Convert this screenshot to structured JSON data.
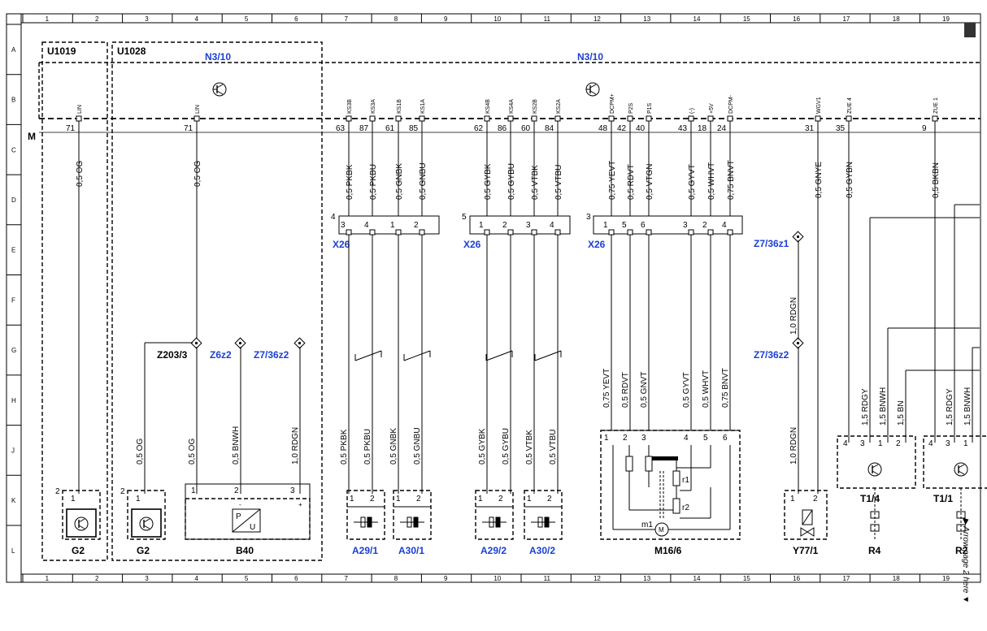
{
  "grid": {
    "columns": [
      "1",
      "2",
      "3",
      "4",
      "5",
      "6",
      "7",
      "8",
      "9",
      "10",
      "11",
      "12",
      "13",
      "14",
      "15",
      "16",
      "17",
      "18",
      "19"
    ],
    "rows": [
      "A",
      "B",
      "C",
      "D",
      "E",
      "F",
      "G",
      "H",
      "J",
      "K",
      "L"
    ]
  },
  "modules": {
    "u1019": "U1019",
    "u1028": "U1028",
    "n310_left": "N3/10",
    "n310_right": "N3/10",
    "m": "M"
  },
  "pins": [
    {
      "sig": "LIN",
      "num": "71",
      "wire": "0,5 OG"
    },
    {
      "sig": "LIN",
      "num": "71",
      "wire": "0,5 OG"
    },
    {
      "sig": "KS3B",
      "num": "63",
      "wire": "0,5 PKBK"
    },
    {
      "sig": "KS3A",
      "num": "87",
      "wire": "0,5 PKBU"
    },
    {
      "sig": "KS1B",
      "num": "61",
      "wire": "0,5 GNBK"
    },
    {
      "sig": "KS1A",
      "num": "85",
      "wire": "0,5 GNBU"
    },
    {
      "sig": "KS4B",
      "num": "62",
      "wire": "0,5 GYBK"
    },
    {
      "sig": "KS4A",
      "num": "86",
      "wire": "0,5 GYBU"
    },
    {
      "sig": "KS2B",
      "num": "60",
      "wire": "0,5 VTBK"
    },
    {
      "sig": "KS2A",
      "num": "84",
      "wire": "0,5 VTBU"
    },
    {
      "sig": "DCPM+",
      "num": "48",
      "wire": "0,75 YEVT"
    },
    {
      "sig": "P2S",
      "num": "42",
      "wire": "0,5 RDVT"
    },
    {
      "sig": "P1S",
      "num": "40",
      "wire": "0,5 VTGN"
    },
    {
      "sig": "(-)",
      "num": "43",
      "wire": "0,5 GYVT"
    },
    {
      "sig": "+5V",
      "num": "18",
      "wire": "0,5 WHVT"
    },
    {
      "sig": "DCPM-",
      "num": "24",
      "wire": "0,75 BNVT"
    },
    {
      "sig": "WGV1",
      "num": "31",
      "wire": "0,5 GNYE"
    },
    {
      "sig": "ZUE 4",
      "num": "35",
      "wire": "0,5 GYBN"
    },
    {
      "sig": "ZUE 1",
      "num": "9",
      "wire": "0,5 BKBN"
    }
  ],
  "connectors": {
    "x26_4": {
      "num": "4",
      "label": "X26",
      "pins": [
        "3",
        "4",
        "1",
        "2"
      ]
    },
    "x26_5": {
      "num": "5",
      "label": "X26",
      "pins": [
        "1",
        "2",
        "3",
        "4"
      ]
    },
    "x26_3": {
      "num": "3",
      "label": "X26",
      "pins": [
        "1",
        "5",
        "6",
        "3",
        "2",
        "4"
      ]
    }
  },
  "splices": {
    "z203_3": "Z203/3",
    "z6z2": "Z6z2",
    "z7_36z2_left": "Z7/36z2",
    "z7_36z1": "Z7/36z1",
    "z7_36z2_right": "Z7/36z2"
  },
  "lower_wires": [
    "0,5 OG",
    "0,5 OG",
    "0,5 BNWH",
    "1,0 RDGN",
    "0,5 PKBK",
    "0,5 PKBU",
    "0,5 GNBK",
    "0,5 GNBU",
    "0,5 GYBK",
    "0,5 GYBU",
    "0,5 VTBK",
    "0,5 VTBU",
    "0,75 YEVT",
    "0,5 RDVT",
    "0,5 GNVT",
    "0,5 GYVT",
    "0,5 WHVT",
    "0,75 BNVT",
    "1,0 RDGN",
    "1,0 RDGN",
    "1,5 RDGY",
    "1,5 BNWH",
    "1,5 BN",
    "1,5 RDGY",
    "1,5 BNWH"
  ],
  "components": {
    "g2_a": "G2",
    "g2_b": "G2",
    "b40": "B40",
    "b40_p": "P",
    "b40_u": "U",
    "a29_1": "A29/1",
    "a30_1": "A30/1",
    "a29_2": "A29/2",
    "a30_2": "A30/2",
    "m16_6": "M16/6",
    "m1": "m1",
    "r1": "r1",
    "r2": "r2",
    "y77_1": "Y77/1",
    "t1_4": "T1/4",
    "r4": "R4",
    "t1_1": "T1/1",
    "r2_right": "R2",
    "m_motor": "M"
  },
  "component_pins": {
    "g2_a": [
      "2",
      "1"
    ],
    "g2_b": [
      "2",
      "1"
    ],
    "b40": [
      "1",
      "2",
      "3"
    ],
    "b40_marks": [
      "-",
      "+"
    ],
    "a29_1": [
      "1",
      "2"
    ],
    "a30_1": [
      "1",
      "2"
    ],
    "a29_2": [
      "1",
      "2"
    ],
    "a30_2": [
      "1",
      "2"
    ],
    "m16_6": [
      "1",
      "2",
      "3",
      "4",
      "5",
      "6"
    ],
    "y77_1": [
      "1",
      "2"
    ],
    "t1_4": [
      "4",
      "3",
      "1",
      "2"
    ],
    "t1_1": [
      "4",
      "3",
      "1"
    ]
  },
  "side_note": "▶ Arrow page 2 here ▼"
}
